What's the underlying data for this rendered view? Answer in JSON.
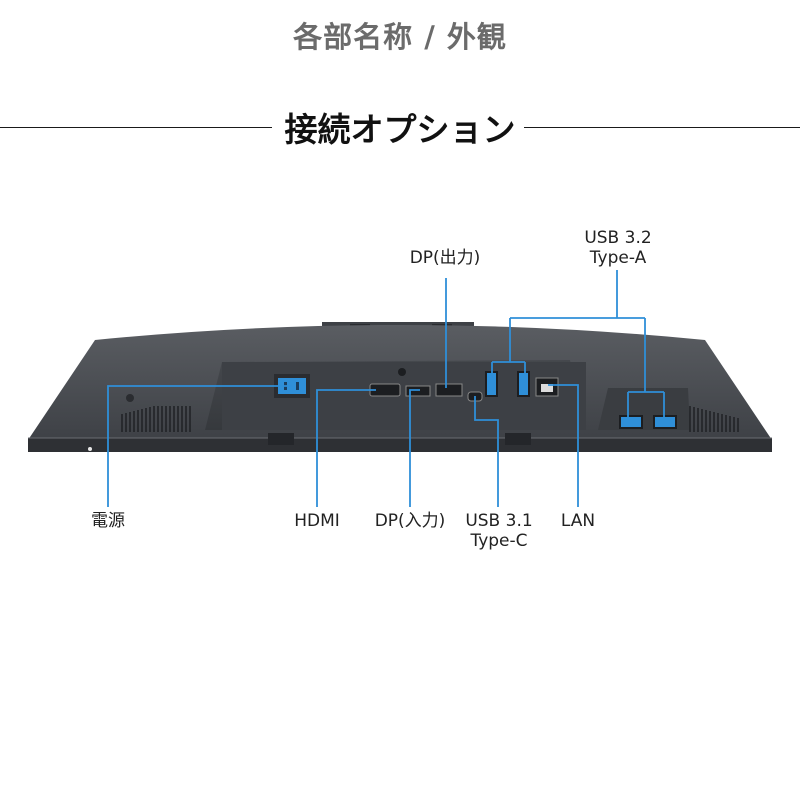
{
  "page": {
    "title": "各部名称 / 外観",
    "section_title": "接続オプション"
  },
  "ports": {
    "dp_out": "DP(出力)",
    "usb32_line1": "USB 3.2",
    "usb32_line2": "Type-A",
    "power": "電源",
    "hdmi": "HDMI",
    "dp_in": "DP(入力)",
    "usb31_line1": "USB 3.1",
    "usb31_line2": "Type-C",
    "lan": "LAN"
  },
  "colors": {
    "callout": "#2f8fd8",
    "monitor_body": "#4a4d52",
    "title": "#6b6b6b"
  }
}
